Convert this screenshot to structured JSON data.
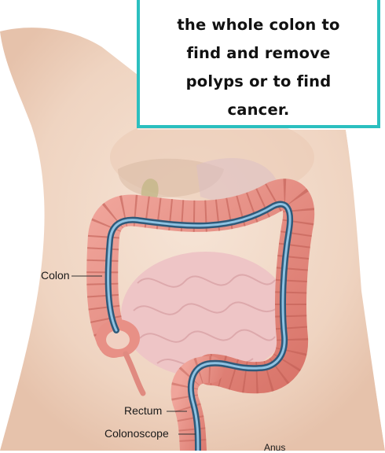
{
  "caption": {
    "text": "the whole colon to\nfind and remove\npolyps or to find\ncancer."
  },
  "labels": {
    "colon": "Colon",
    "rectum": "Rectum",
    "colonoscope": "Colonoscope",
    "anus": "Anus"
  },
  "colors": {
    "caption_border": "#2bbfbf",
    "skin": "#f3ddcd",
    "colon": "#e88e84",
    "colonoscope": "#4a7ea4"
  }
}
